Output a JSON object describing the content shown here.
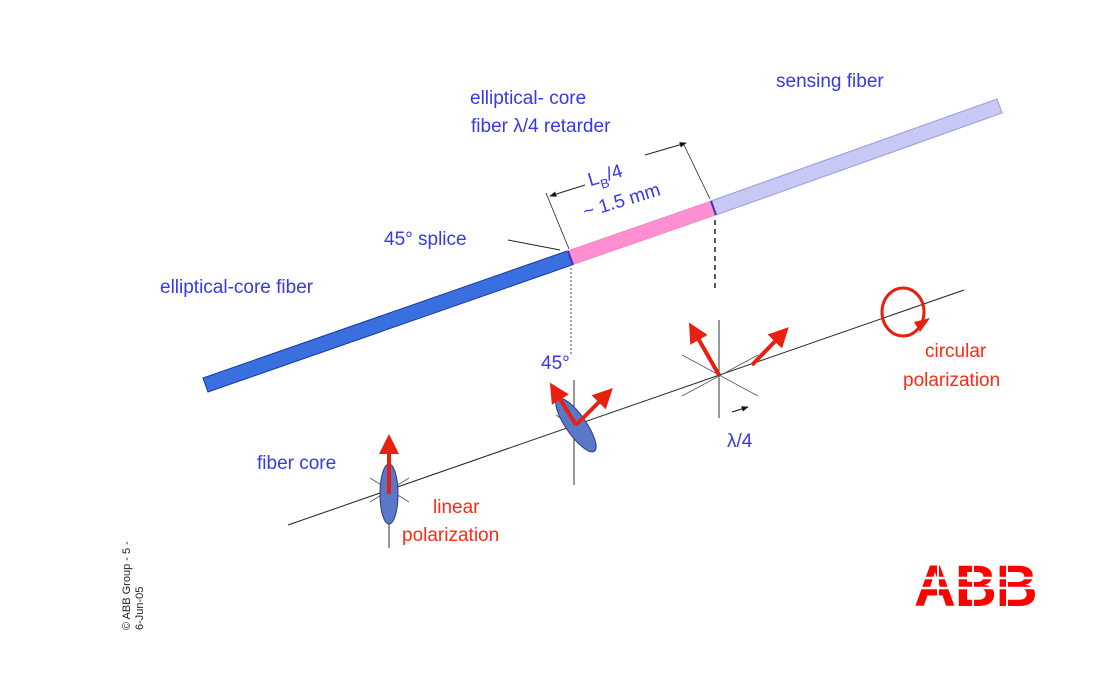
{
  "labels": {
    "sensing_fiber": "sensing fiber",
    "retarder_line1": "elliptical- core",
    "retarder_line2": "fiber λ/4 retarder",
    "length_formula": "L",
    "length_sub": "B",
    "length_suffix": "/4",
    "length_value": "~ 1.5 mm",
    "splice": "45° splice",
    "elliptical_core_fiber": "elliptical-core fiber",
    "fiber_core": "fiber core",
    "angle_45": "45°",
    "lambda_quarter": "λ/4",
    "linear_line1": "linear",
    "linear_line2": "polarization",
    "circular_line1": "circular",
    "circular_line2": "polarization"
  },
  "footer": {
    "copyright_line1": "© ABB Group - 5 -",
    "copyright_line2": "6-Jun-05"
  },
  "logo": {
    "text": "ABB",
    "color": "#ff0000"
  },
  "colors": {
    "label_blue": "#3838e6",
    "label_red": "#ff2a10",
    "fiber_blue": "#3a6fe0",
    "retarder_pink": "#ff8fd0",
    "sensing_lavender": "#c8c8f4",
    "ellipse_fill": "#5a78c8",
    "arrow_red": "#e82010"
  }
}
